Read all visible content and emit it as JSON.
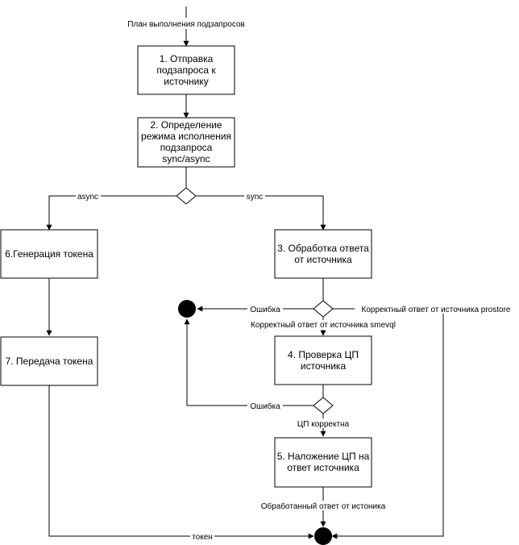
{
  "diagram": {
    "nodes": {
      "n1": "1. Отправка\nподзапроса к\nисточнику",
      "n2": "2. Определение\nрежима исполнения\nподзапроса\nsync/async",
      "n6": "6.Генерация токена",
      "n3": "3. Обработка ответа\nот источника",
      "n7": "7. Передача токена",
      "n4": "4. Проверка ЦП\nисточника",
      "n5": "5. Наложение ЦП на\nответ источника"
    },
    "labels": {
      "start": "План выполнения подзапросов",
      "async": "async",
      "sync": "sync",
      "error1": "Ошибка",
      "correct_prostore": "Корректный ответ от источника prostore",
      "correct_smevql": "Корректный ответ от источника smevql",
      "error2": "Ошибка",
      "sig_ok": "ЦП корректна",
      "processed": "Обработанный ответ от истоника",
      "token": "токен"
    }
  }
}
